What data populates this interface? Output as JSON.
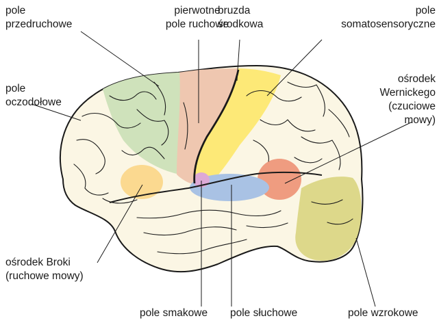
{
  "colors": {
    "brain_fill": "#fbf6e4",
    "outline": "#1a1a1a",
    "premotor": "#cfe2bb",
    "primary_motor": "#efc7b0",
    "somatosensory": "#fde977",
    "wernicke": "#ef9c80",
    "broca": "#fbd990",
    "gustatory": "#dda9d6",
    "auditory": "#a9c2e4",
    "visual": "#ddd88a",
    "leader": "#1a1a1a"
  },
  "labels": {
    "premotor": [
      "pole",
      "przedruchowe"
    ],
    "primary_motor": [
      "pierwotne",
      "pole ruchowe"
    ],
    "central_sulcus": [
      "bruzda",
      "środkowa"
    ],
    "somatosensory": [
      "pole",
      "somatosensoryczne"
    ],
    "orbitofrontal": [
      "pole",
      "oczodołowe"
    ],
    "wernicke": [
      "ośrodek",
      "Wernickego",
      "(czuciowe",
      "mowy)"
    ],
    "broca": [
      "ośrodek Broki",
      "(ruchowe mowy)"
    ],
    "gustatory": "pole smakowe",
    "auditory": "pole słuchowe",
    "visual": "pole wzrokowe"
  }
}
